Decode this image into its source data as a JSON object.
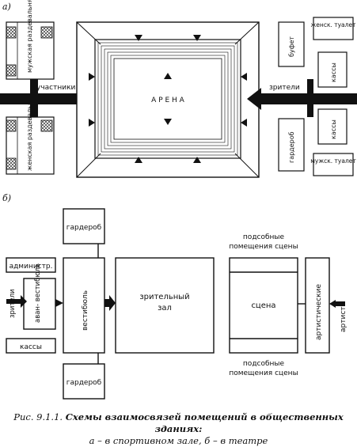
{
  "part_a": {
    "label": "а)",
    "arena": "А Р Е Н А",
    "men_dressing": "мужская раздевальня",
    "women_dressing": "женская раздевальня",
    "participants": "участники",
    "spectators": "зрители",
    "buffet": "буфет",
    "wardrobe": "гардероб",
    "cashier_1": "кассы",
    "cashier_2": "кассы",
    "women_toilet": "женск. туалет",
    "men_toilet": "мужск. туалет"
  },
  "part_b": {
    "label": "б)",
    "wardrobe_top": "гардероб",
    "wardrobe_bottom": "гардероб",
    "admin": "администр.",
    "spectators": "зрители",
    "vestibule_small": "аван- вестибюль",
    "cashier": "кассы",
    "vestibule": "вестибюль",
    "hall_line1": "зрительный",
    "hall_line2": "зал",
    "stage": "сцена",
    "aux_top_line1": "подсобные",
    "aux_top_line2": "помещения сцены",
    "aux_bottom_line1": "подсобные",
    "aux_bottom_line2": "помещения сцены",
    "artist_rooms": "артистические",
    "artists": "артисты"
  },
  "caption": {
    "prefix": "Рис. 9.1.1.",
    "title": "Схемы взаимосвязей помещений в общественных зданиях:",
    "line2": "а – в спортивном зале, б – в театре"
  }
}
